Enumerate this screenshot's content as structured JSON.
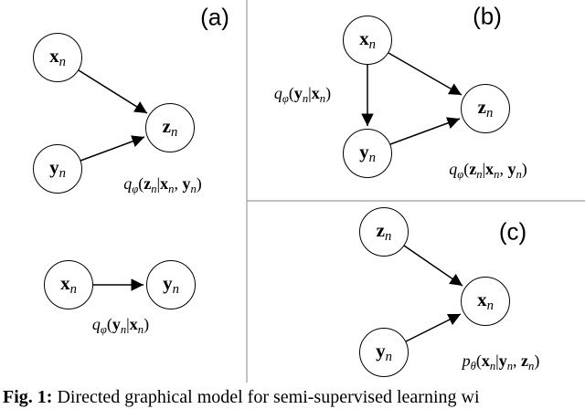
{
  "panels": {
    "a": {
      "label": "(a)",
      "top": {
        "nodes": {
          "x": [
            [
              "x",
              "b"
            ],
            [
              "n",
              "s"
            ]
          ],
          "y": [
            [
              "y",
              "b"
            ],
            [
              "n",
              "s"
            ]
          ],
          "z": [
            [
              "z",
              "b"
            ],
            [
              "n",
              "s"
            ]
          ]
        },
        "edges": [
          "x→z",
          "y→z"
        ],
        "expr": [
          [
            "q",
            "i"
          ],
          [
            "φ",
            "s"
          ],
          [
            "(",
            "n"
          ],
          [
            "z",
            "b"
          ],
          [
            "n",
            "s"
          ],
          [
            "|",
            "n"
          ],
          [
            "x",
            "b"
          ],
          [
            "n",
            "s"
          ],
          [
            ", ",
            "n"
          ],
          [
            "y",
            "b"
          ],
          [
            "n",
            "s"
          ],
          [
            ")",
            "n"
          ]
        ]
      },
      "bottom": {
        "nodes": {
          "x": [
            [
              "x",
              "b"
            ],
            [
              "n",
              "s"
            ]
          ],
          "y": [
            [
              "y",
              "b"
            ],
            [
              "n",
              "s"
            ]
          ]
        },
        "edges": [
          "x→y"
        ],
        "expr": [
          [
            "q",
            "i"
          ],
          [
            "φ",
            "s"
          ],
          [
            "(",
            "n"
          ],
          [
            "y",
            "b"
          ],
          [
            "n",
            "s"
          ],
          [
            "|",
            "n"
          ],
          [
            "x",
            "b"
          ],
          [
            "n",
            "s"
          ],
          [
            ")",
            "n"
          ]
        ]
      }
    },
    "b": {
      "label": "(b)",
      "nodes": {
        "x": [
          [
            "x",
            "b"
          ],
          [
            "n",
            "s"
          ]
        ],
        "y": [
          [
            "y",
            "b"
          ],
          [
            "n",
            "s"
          ]
        ],
        "z": [
          [
            "z",
            "b"
          ],
          [
            "n",
            "s"
          ]
        ]
      },
      "edges": [
        "x→y",
        "x→z",
        "y→z"
      ],
      "expr_left": [
        [
          "q",
          "i"
        ],
        [
          "φ",
          "s"
        ],
        [
          "(",
          "n"
        ],
        [
          "y",
          "b"
        ],
        [
          "n",
          "s"
        ],
        [
          "|",
          "n"
        ],
        [
          "x",
          "b"
        ],
        [
          "n",
          "s"
        ],
        [
          ")",
          "n"
        ]
      ],
      "expr_bottom": [
        [
          "q",
          "i"
        ],
        [
          "φ",
          "s"
        ],
        [
          "(",
          "n"
        ],
        [
          "z",
          "b"
        ],
        [
          "n",
          "s"
        ],
        [
          "|",
          "n"
        ],
        [
          "x",
          "b"
        ],
        [
          "n",
          "s"
        ],
        [
          ", ",
          "n"
        ],
        [
          "y",
          "b"
        ],
        [
          "n",
          "s"
        ],
        [
          ")",
          "n"
        ]
      ]
    },
    "c": {
      "label": "(c)",
      "nodes": {
        "x": [
          [
            "x",
            "b"
          ],
          [
            "n",
            "s"
          ]
        ],
        "y": [
          [
            "y",
            "b"
          ],
          [
            "n",
            "s"
          ]
        ],
        "z": [
          [
            "z",
            "b"
          ],
          [
            "n",
            "s"
          ]
        ]
      },
      "edges": [
        "z→x",
        "y→x"
      ],
      "expr": [
        [
          "p",
          "i"
        ],
        [
          "θ",
          "s"
        ],
        [
          "(",
          "n"
        ],
        [
          "x",
          "b"
        ],
        [
          "n",
          "s"
        ],
        [
          "|",
          "n"
        ],
        [
          "y",
          "b"
        ],
        [
          "n",
          "s"
        ],
        [
          ", ",
          "n"
        ],
        [
          "z",
          "b"
        ],
        [
          "n",
          "s"
        ],
        [
          ")",
          "n"
        ]
      ]
    }
  },
  "caption": {
    "tag": "Fig. 1:",
    "rest": " Directed graphical model for semi-supervised learning wi"
  },
  "colors": {
    "ink": "#000000",
    "divider": "#9b9b9b"
  }
}
